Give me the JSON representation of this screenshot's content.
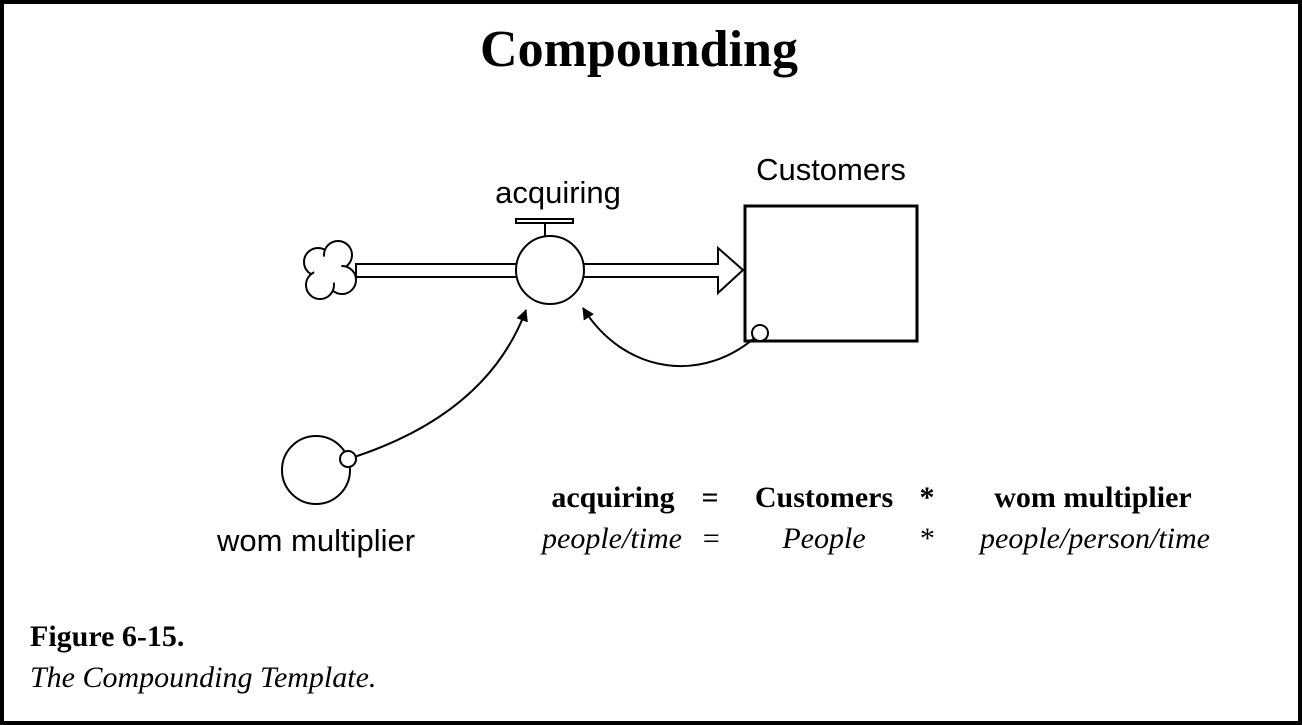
{
  "title": "Compounding",
  "diagram": {
    "stock": "Customers",
    "flow": "acquiring",
    "auxiliary": "wom multiplier"
  },
  "equation": {
    "terms": [
      "acquiring",
      "=",
      "Customers",
      "*",
      "wom multiplier"
    ],
    "units": [
      "people/time",
      "=",
      "People",
      "*",
      "people/person/time"
    ]
  },
  "caption": {
    "number": "Figure 6-15.",
    "text": "The Compounding Template."
  }
}
